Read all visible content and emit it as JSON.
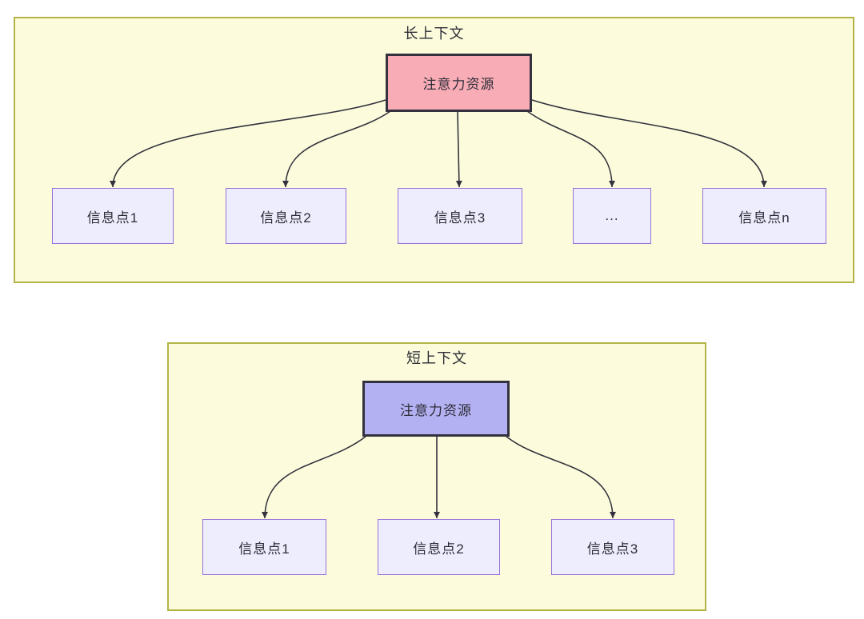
{
  "colors": {
    "container_fill": "#fcfcdc",
    "container_border": "#b4b446",
    "attention_long_fill": "#f8acb6",
    "attention_short_fill": "#b4b1f2",
    "node_fill": "#ededfd",
    "node_border": "#9473d8",
    "box_border_dark": "#33323e",
    "arrow": "#33323e",
    "text": "#2d2d38"
  },
  "long_context": {
    "title": "长上下文",
    "attention_label": "注意力资源",
    "nodes": [
      {
        "label": "信息点1"
      },
      {
        "label": "信息点2"
      },
      {
        "label": "信息点3"
      },
      {
        "label": "..."
      },
      {
        "label": "信息点n"
      }
    ]
  },
  "short_context": {
    "title": "短上下文",
    "attention_label": "注意力资源",
    "nodes": [
      {
        "label": "信息点1"
      },
      {
        "label": "信息点2"
      },
      {
        "label": "信息点3"
      }
    ]
  }
}
